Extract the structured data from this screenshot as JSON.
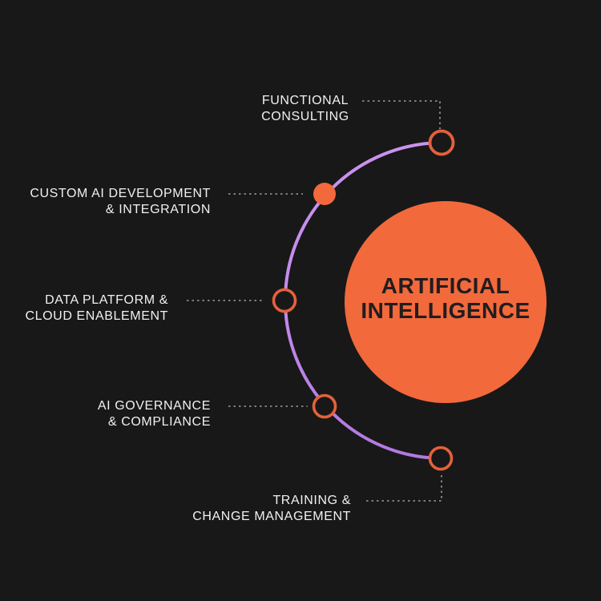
{
  "center": {
    "title": "ARTIFICIAL\nINTELLIGENCE"
  },
  "items": [
    {
      "label": "FUNCTIONAL\nCONSULTING",
      "node_style": "ring"
    },
    {
      "label": "CUSTOM AI DEVELOPMENT\n& INTEGRATION",
      "node_style": "filled"
    },
    {
      "label": "DATA PLATFORM &\nCLOUD ENABLEMENT",
      "node_style": "ring"
    },
    {
      "label": "AI GOVERNANCE\n& COMPLIANCE",
      "node_style": "ring"
    },
    {
      "label": "TRAINING &\nCHANGE MANAGEMENT",
      "node_style": "ring"
    }
  ],
  "colors": {
    "background": "#181818",
    "accent_orange": "#f2693c",
    "ring_stroke": "#e4613a",
    "arc_purple_top": "#c993ef",
    "arc_purple_bottom": "#b279e0",
    "leader_line_gray": "#9d9d9d",
    "label_text": "#f1f1f1",
    "center_text": "#221d1e"
  }
}
